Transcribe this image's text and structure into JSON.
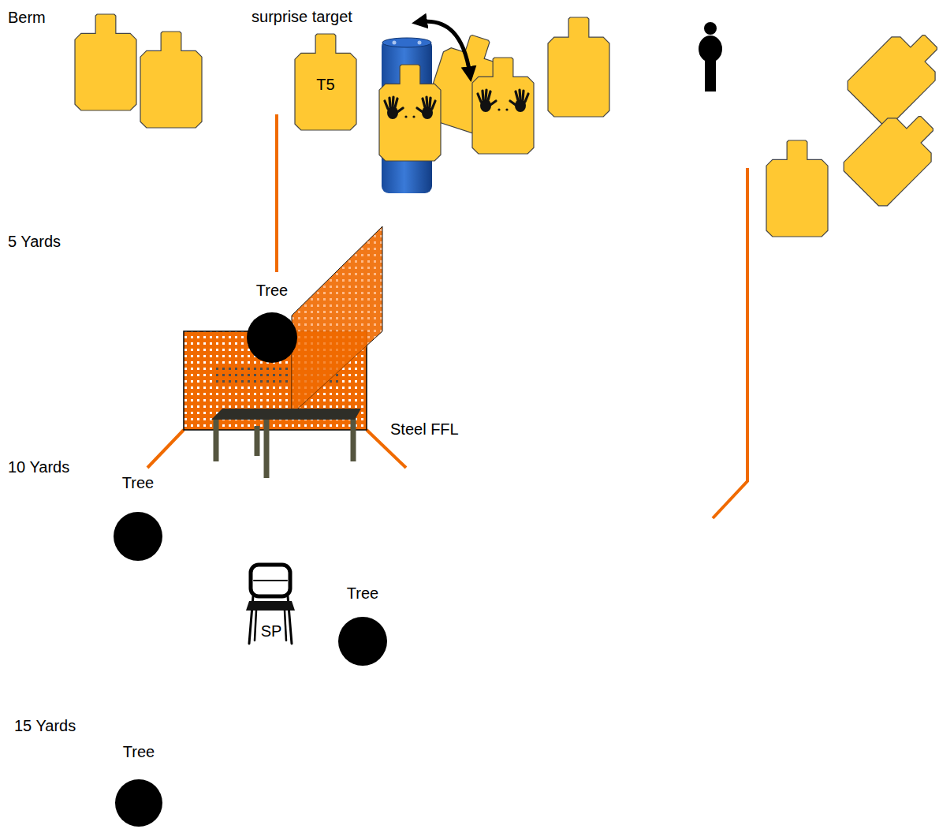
{
  "diagram": {
    "nodes": [
      {
        "text": [
          "surprise target",
          "T5"
        ]
      },
      {
        "text": [
          "Tree"
        ]
      },
      {
        "text": [
          "Tree"
        ]
      },
      {
        "text": [
          "Tree"
        ]
      },
      {
        "text": [
          "SP"
        ]
      },
      {
        "text": [
          "Tree"
        ]
      }
    ],
    "labels": [
      "Berm",
      "5 Yards",
      "10 Yards",
      "15 Yards",
      "Steel FFL"
    ]
  }
}
